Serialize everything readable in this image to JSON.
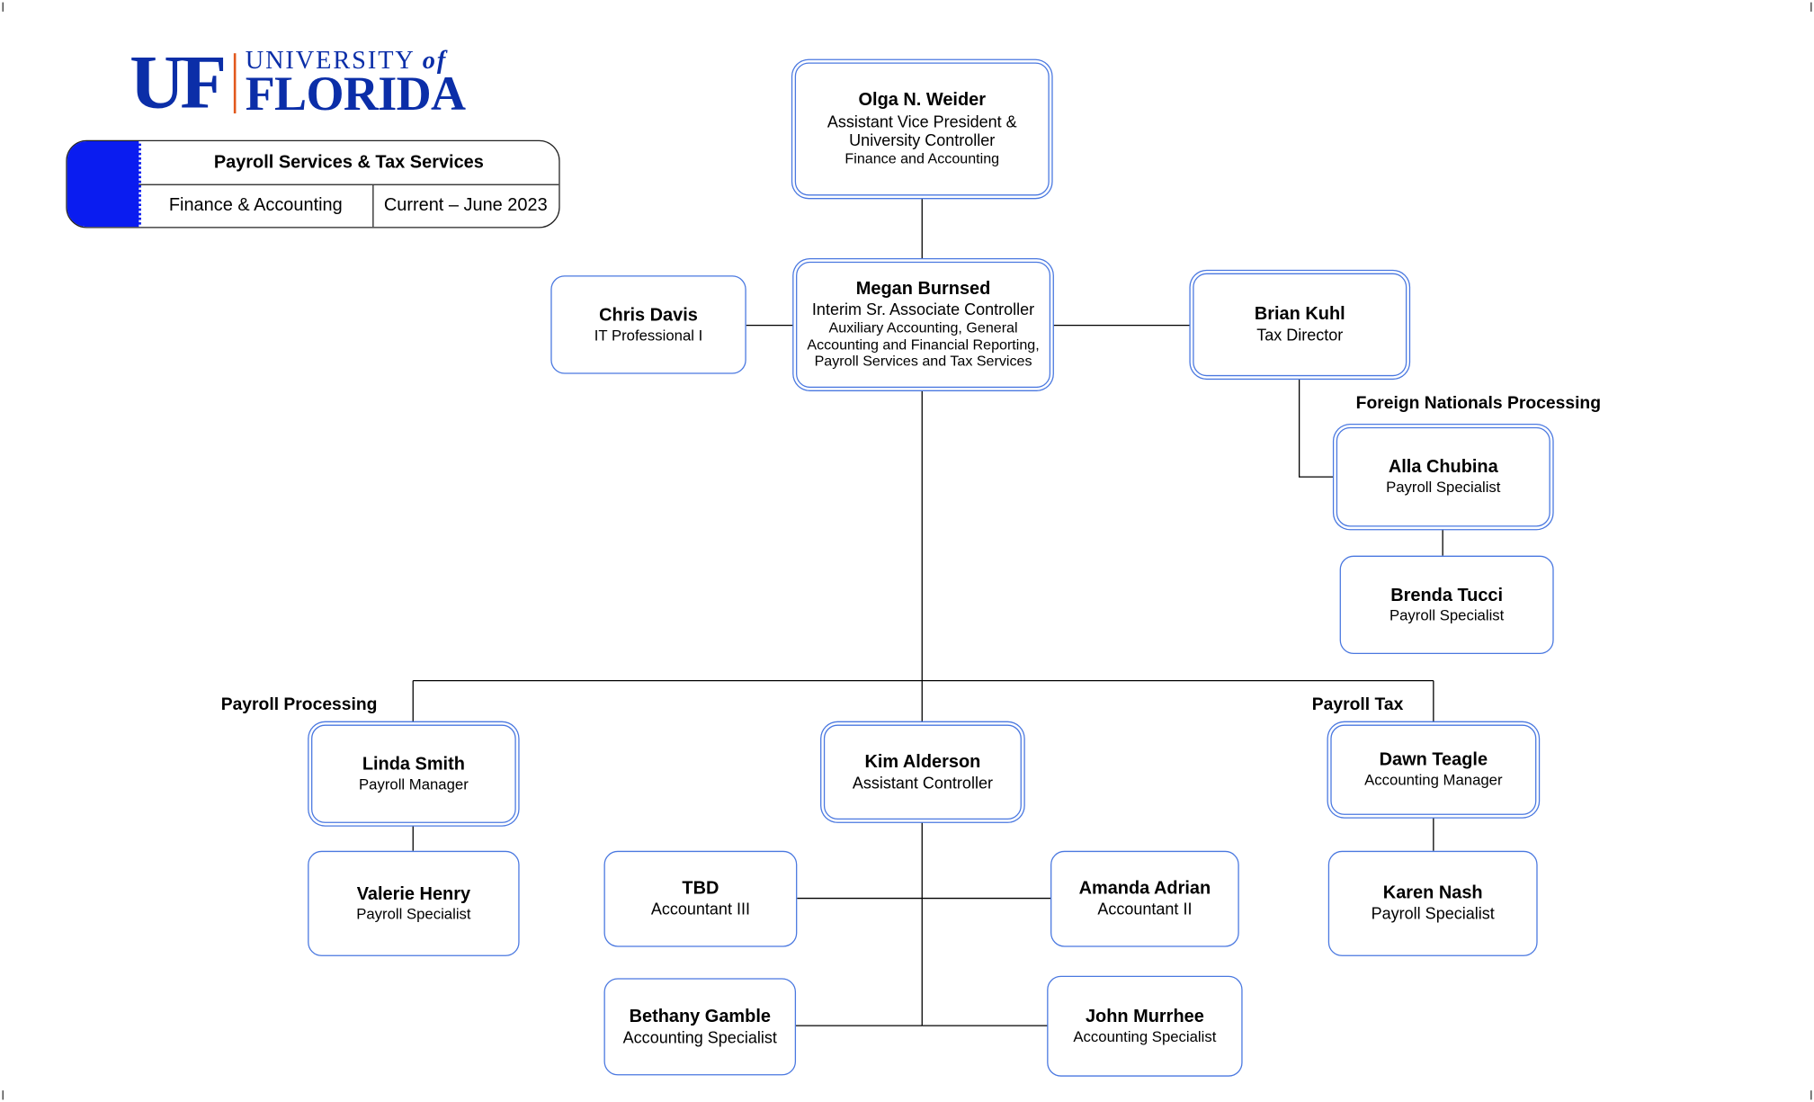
{
  "logo": {
    "mark": "UF",
    "line1": "UNIVERSITY",
    "line1_of": "of",
    "line2": "FLORIDA"
  },
  "title_block": {
    "title": "Payroll Services & Tax Services",
    "department": "Finance & Accounting",
    "date": "Current – June 2023"
  },
  "group_labels": {
    "foreign_nationals": "Foreign Nationals Processing",
    "payroll_processing": "Payroll Processing",
    "payroll_tax": "Payroll Tax"
  },
  "people": {
    "olga": {
      "name": "Olga N. Weider",
      "title": "Assistant Vice President & University Controller",
      "unit": "Finance and Accounting"
    },
    "megan": {
      "name": "Megan Burnsed",
      "title": "Interim Sr. Associate Controller",
      "unit": "Auxiliary Accounting, General Accounting and Financial Reporting, Payroll Services and Tax Services"
    },
    "chris": {
      "name": "Chris Davis",
      "title": "IT Professional I"
    },
    "brian": {
      "name": "Brian Kuhl",
      "title": "Tax Director"
    },
    "alla": {
      "name": "Alla Chubina",
      "title": "Payroll Specialist"
    },
    "brenda": {
      "name": "Brenda Tucci",
      "title": "Payroll Specialist"
    },
    "linda": {
      "name": "Linda Smith",
      "title": "Payroll Manager"
    },
    "valerie": {
      "name": "Valerie Henry",
      "title": "Payroll Specialist"
    },
    "kim": {
      "name": "Kim Alderson",
      "title": "Assistant Controller"
    },
    "tbd": {
      "name": "TBD",
      "title": "Accountant III"
    },
    "amanda": {
      "name": "Amanda Adrian",
      "title": "Accountant II"
    },
    "bethany": {
      "name": "Bethany Gamble",
      "title": "Accounting Specialist"
    },
    "john": {
      "name": "John Murrhee",
      "title": "Accounting Specialist"
    },
    "dawn": {
      "name": "Dawn Teagle",
      "title": "Accounting Manager"
    },
    "karen": {
      "name": "Karen Nash",
      "title": "Payroll Specialist"
    }
  },
  "colors": {
    "box_border": "#4a78e0",
    "logo_blue": "#0b2ea8",
    "logo_orange": "#e2581c",
    "tab_blue": "#0a1cf0",
    "line": "#000000"
  }
}
